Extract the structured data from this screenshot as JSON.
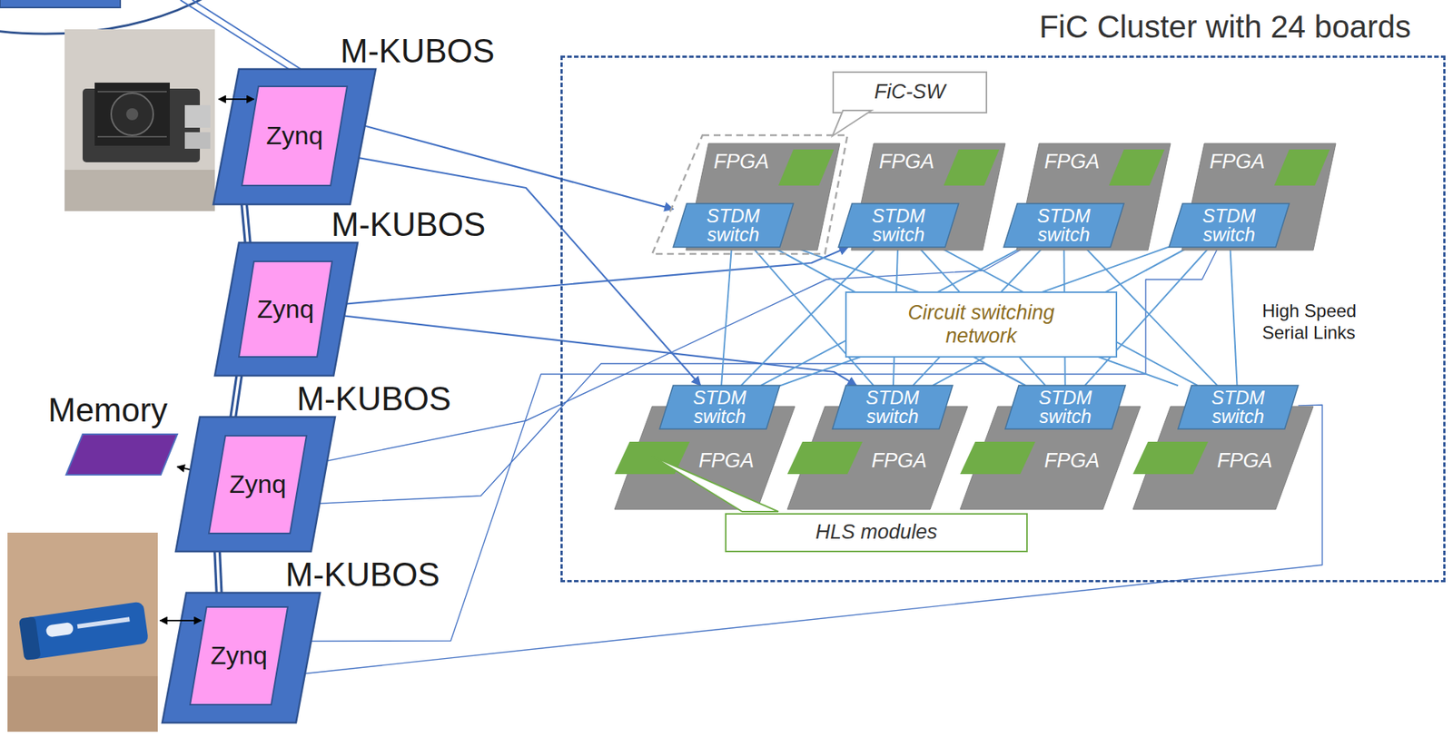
{
  "diagram": {
    "nodes": [
      {
        "text": [
          "M-KUBOS"
        ]
      },
      {
        "text": [
          "Zynq"
        ],
        "in": 0
      },
      {
        "text": [
          "M-KUBOS"
        ]
      },
      {
        "text": [
          "Zynq"
        ],
        "in": 2
      },
      {
        "text": [
          "M-KUBOS"
        ]
      },
      {
        "text": [
          "Zynq"
        ],
        "in": 4
      },
      {
        "text": [
          "M-KUBOS"
        ]
      },
      {
        "text": [
          "Zynq"
        ],
        "in": 6
      },
      {
        "text": [
          "Memory"
        ]
      },
      {
        "text": [
          "FiC Cluster with 24 boards"
        ]
      },
      {
        "text": [
          "FiC-SW"
        ],
        "in": 9
      },
      {
        "text": [
          "FPGA"
        ],
        "in": 9
      },
      {
        "text": [
          "STDM switch"
        ],
        "in": 11
      },
      {
        "text": [
          "FPGA"
        ],
        "in": 9
      },
      {
        "text": [
          "STDM switch"
        ],
        "in": 13
      },
      {
        "text": [
          "FPGA"
        ],
        "in": 9
      },
      {
        "text": [
          "STDM switch"
        ],
        "in": 15
      },
      {
        "text": [
          "FPGA"
        ],
        "in": 9
      },
      {
        "text": [
          "STDM switch"
        ],
        "in": 17
      },
      {
        "text": [
          "Circuit switching network"
        ],
        "in": 9
      },
      {
        "text": [
          "FPGA"
        ],
        "in": 9
      },
      {
        "text": [
          "STDM switch"
        ],
        "in": 20
      },
      {
        "text": [
          "FPGA"
        ],
        "in": 9
      },
      {
        "text": [
          "STDM switch"
        ],
        "in": 22
      },
      {
        "text": [
          "FPGA"
        ],
        "in": 9
      },
      {
        "text": [
          "STDM switch"
        ],
        "in": 24
      },
      {
        "text": [
          "FPGA"
        ],
        "in": 9
      },
      {
        "text": [
          "STDM switch"
        ],
        "in": 26
      },
      {
        "text": [
          "HLS modules"
        ],
        "in": 9
      }
    ],
    "edges": [
      {
        "from": 0,
        "to": 2,
        "arrow": "none"
      },
      {
        "from": 2,
        "to": 4,
        "arrow": "none"
      },
      {
        "from": 4,
        "to": 6,
        "arrow": "none"
      },
      {
        "from": 8,
        "to": 5,
        "arrow": "both"
      },
      {
        "from": 1,
        "to": 12,
        "arrow": "to"
      },
      {
        "from": 1,
        "to": 21,
        "arrow": "to"
      },
      {
        "from": 3,
        "to": 14,
        "arrow": "to"
      },
      {
        "from": 3,
        "to": 23,
        "arrow": "to"
      },
      {
        "from": 5,
        "to": 16,
        "arrow": "none"
      },
      {
        "from": 5,
        "to": 25,
        "arrow": "none"
      },
      {
        "from": 7,
        "to": 18,
        "arrow": "none"
      },
      {
        "from": 7,
        "to": 27,
        "arrow": "none"
      },
      {
        "from": 12,
        "to": 21,
        "arrow": "none"
      },
      {
        "from": 12,
        "to": 23,
        "arrow": "none"
      },
      {
        "from": 12,
        "to": 25,
        "arrow": "none"
      },
      {
        "from": 12,
        "to": 27,
        "arrow": "none"
      },
      {
        "from": 14,
        "to": 21,
        "arrow": "none"
      },
      {
        "from": 14,
        "to": 23,
        "arrow": "none"
      },
      {
        "from": 14,
        "to": 25,
        "arrow": "none"
      },
      {
        "from": 14,
        "to": 27,
        "arrow": "none"
      },
      {
        "from": 16,
        "to": 21,
        "arrow": "none"
      },
      {
        "from": 16,
        "to": 23,
        "arrow": "none"
      },
      {
        "from": 16,
        "to": 25,
        "arrow": "none"
      },
      {
        "from": 16,
        "to": 27,
        "arrow": "none"
      },
      {
        "from": 18,
        "to": 21,
        "arrow": "none"
      },
      {
        "from": 18,
        "to": 23,
        "arrow": "none"
      },
      {
        "from": 18,
        "to": 25,
        "arrow": "none"
      },
      {
        "from": 18,
        "to": 27,
        "arrow": "none"
      }
    ],
    "labels": [
      "High Speed Serial Links"
    ]
  }
}
